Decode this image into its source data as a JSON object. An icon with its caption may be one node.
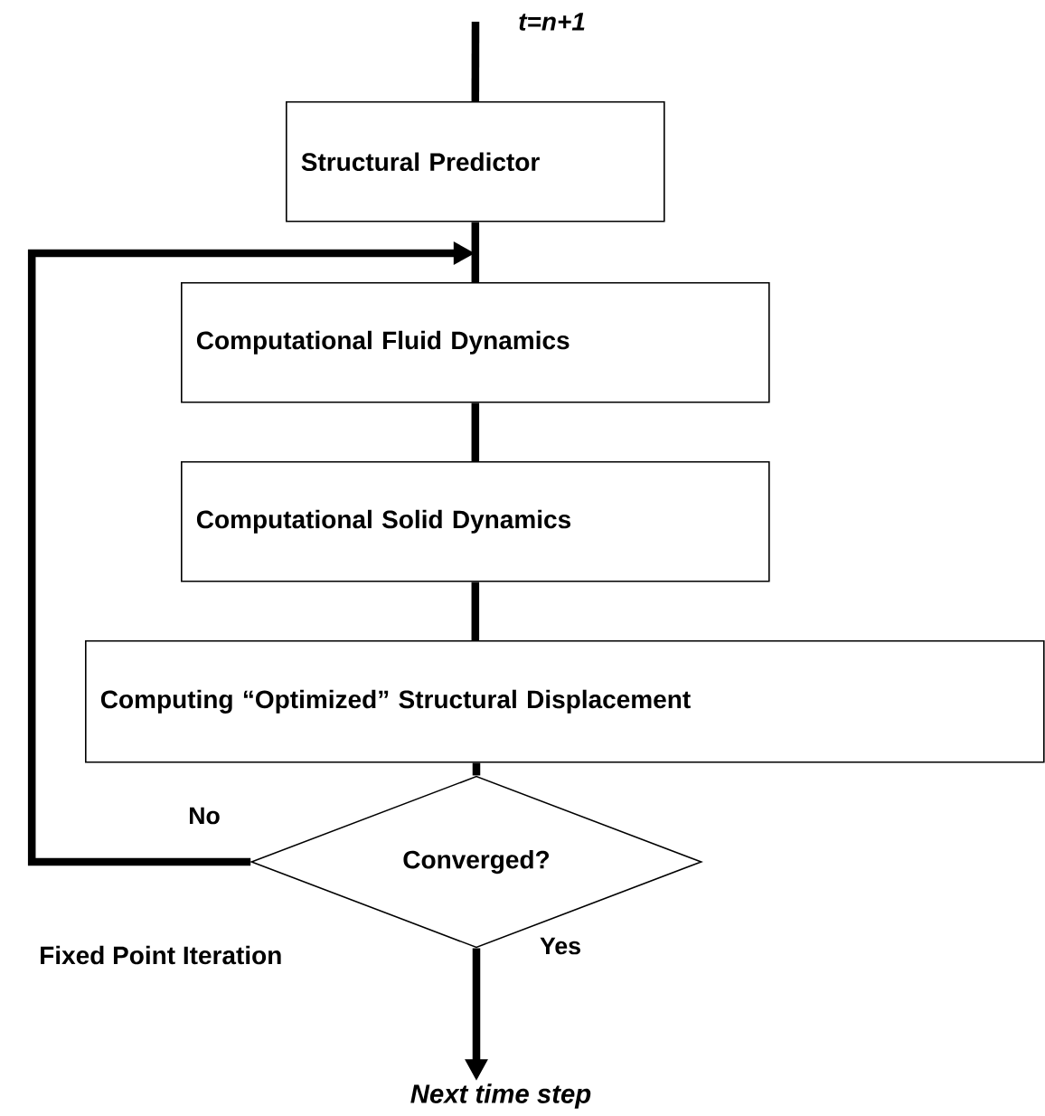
{
  "diagram": {
    "nodes": [
      {
        "text": [
          "Structural Predictor"
        ]
      },
      {
        "text": [
          "Computational Fluid Dynamics"
        ]
      },
      {
        "text": [
          "Computational Solid Dynamics"
        ]
      },
      {
        "text": [
          "Computing “Optimized” Structural Displacement"
        ]
      },
      {
        "text": [
          "Converged?"
        ]
      },
      {
        "text": [
          "Next time step"
        ]
      }
    ],
    "edges": [
      {
        "from": null,
        "to": 0,
        "arrow": "none",
        "label": "t=n+1"
      },
      {
        "from": 0,
        "to": 1,
        "arrow": "none"
      },
      {
        "from": 1,
        "to": 2,
        "arrow": "none"
      },
      {
        "from": 2,
        "to": 3,
        "arrow": "none"
      },
      {
        "from": 3,
        "to": 4,
        "arrow": "none"
      },
      {
        "from": 4,
        "to": 1,
        "arrow": "to",
        "label": "No"
      },
      {
        "from": 4,
        "to": 5,
        "arrow": "to",
        "label": "Yes"
      }
    ],
    "labels": [
      "Fixed Point Iteration"
    ]
  }
}
